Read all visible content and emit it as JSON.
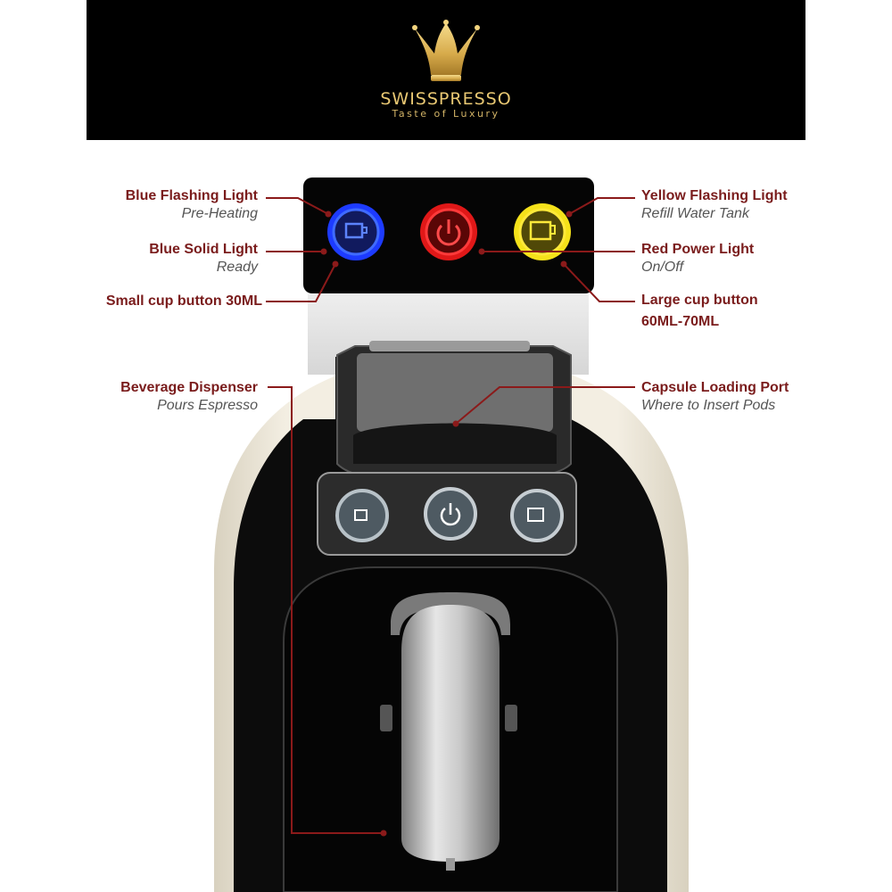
{
  "brand": {
    "name": "SWISSPRESSO",
    "tagline": "Taste of Luxury"
  },
  "callouts": {
    "blue_flashing": {
      "title": "Blue Flashing Light",
      "subtitle": "Pre-Heating"
    },
    "blue_solid": {
      "title": "Blue Solid Light",
      "subtitle": "Ready"
    },
    "small_cup": {
      "title": "Small cup button 30ML"
    },
    "yellow_flashing": {
      "title": "Yellow Flashing Light",
      "subtitle": "Refill Water Tank"
    },
    "red_power": {
      "title": "Red Power Light",
      "subtitle": "On/Off"
    },
    "large_cup": {
      "title": "Large cup button",
      "subtitle": "60ML-70ML"
    },
    "dispenser": {
      "title": "Beverage Dispenser",
      "subtitle": "Pours Espresso"
    },
    "capsule_port": {
      "title": "Capsule Loading Port",
      "subtitle": "Where to Insert Pods"
    }
  },
  "colors": {
    "label_title": "#7a1c1c",
    "leader_line": "#8b1a1a",
    "blue_light": "#2a4fff",
    "red_light": "#e01818",
    "yellow_light": "#f5e21a",
    "gold": "#e2c070",
    "machine_body": "#ece6d6"
  },
  "icons": [
    "crown-logo",
    "small-cup-icon",
    "power-icon",
    "large-cup-icon"
  ]
}
